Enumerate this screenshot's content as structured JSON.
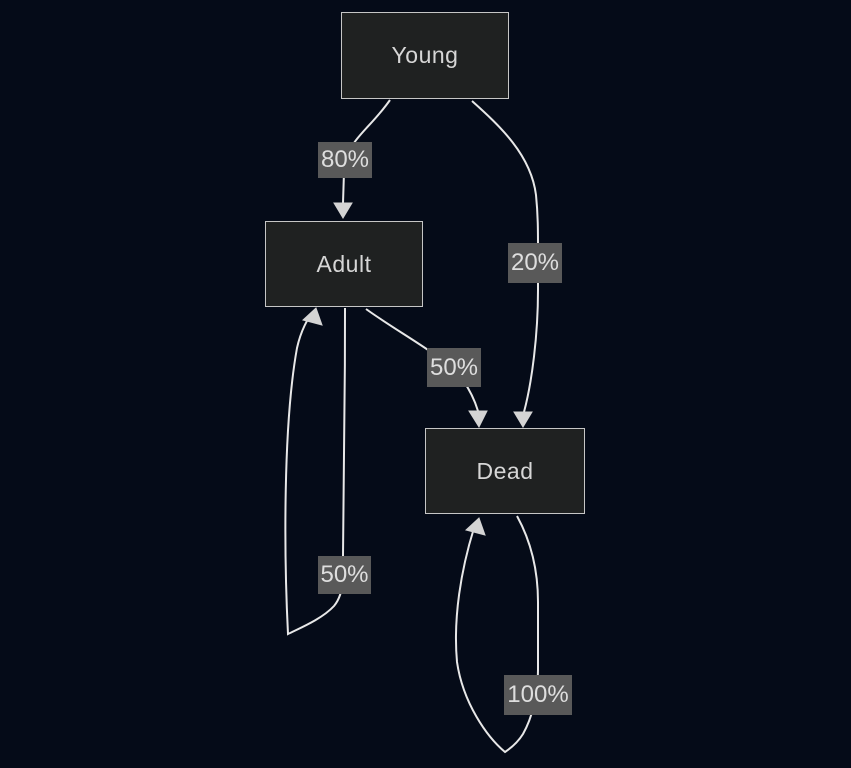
{
  "diagram": {
    "type": "state-transition-flowchart",
    "nodes": [
      {
        "id": "young",
        "label": "Young"
      },
      {
        "id": "adult",
        "label": "Adult"
      },
      {
        "id": "dead",
        "label": "Dead"
      }
    ],
    "edges": [
      {
        "from": "young",
        "to": "adult",
        "label": "80%"
      },
      {
        "from": "young",
        "to": "dead",
        "label": "20%"
      },
      {
        "from": "adult",
        "to": "dead",
        "label": "50%"
      },
      {
        "from": "adult",
        "to": "adult",
        "label": "50%"
      },
      {
        "from": "dead",
        "to": "dead",
        "label": "100%"
      }
    ],
    "colors": {
      "background": "#050b18",
      "node_fill": "#1f2121",
      "node_border": "#c6c6c6",
      "node_text": "#d6d6d6",
      "edge_line": "#e8e8e8",
      "arrowhead": "#d4d4d4",
      "label_bg": "#595959",
      "label_text": "#dedede"
    }
  }
}
